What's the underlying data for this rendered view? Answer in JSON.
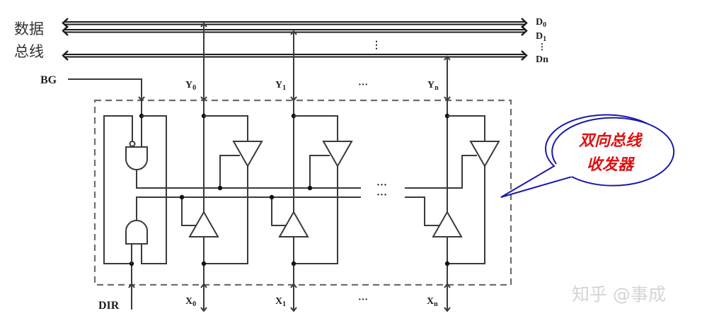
{
  "title": "双向总线收发器 circuit diagram",
  "bus": {
    "label_line1": "数据",
    "label_line2": "总线",
    "lines": [
      {
        "name": "D",
        "sub": "0"
      },
      {
        "name": "D",
        "sub": "1"
      },
      {
        "name": "Dn",
        "sub": ""
      }
    ],
    "ellipsis_vertical": "⋮"
  },
  "signals": {
    "bg": "BG",
    "dir": "DIR"
  },
  "y_ports": [
    {
      "name": "Y",
      "sub": "0"
    },
    {
      "name": "Y",
      "sub": "1"
    },
    {
      "name": "Y",
      "sub": "n"
    }
  ],
  "x_ports": [
    {
      "name": "X",
      "sub": "0"
    },
    {
      "name": "X",
      "sub": "1"
    },
    {
      "name": "X",
      "sub": "n"
    }
  ],
  "ellipsis": "···",
  "callout": {
    "line1": "双向总线",
    "line2": "收发器",
    "border_color": "#1a1aa8",
    "text_color": "#e01010"
  },
  "watermark": "知乎 @事成",
  "colors": {
    "wire": "#3a3a3a",
    "dashed_box": "#6e6e6e"
  }
}
